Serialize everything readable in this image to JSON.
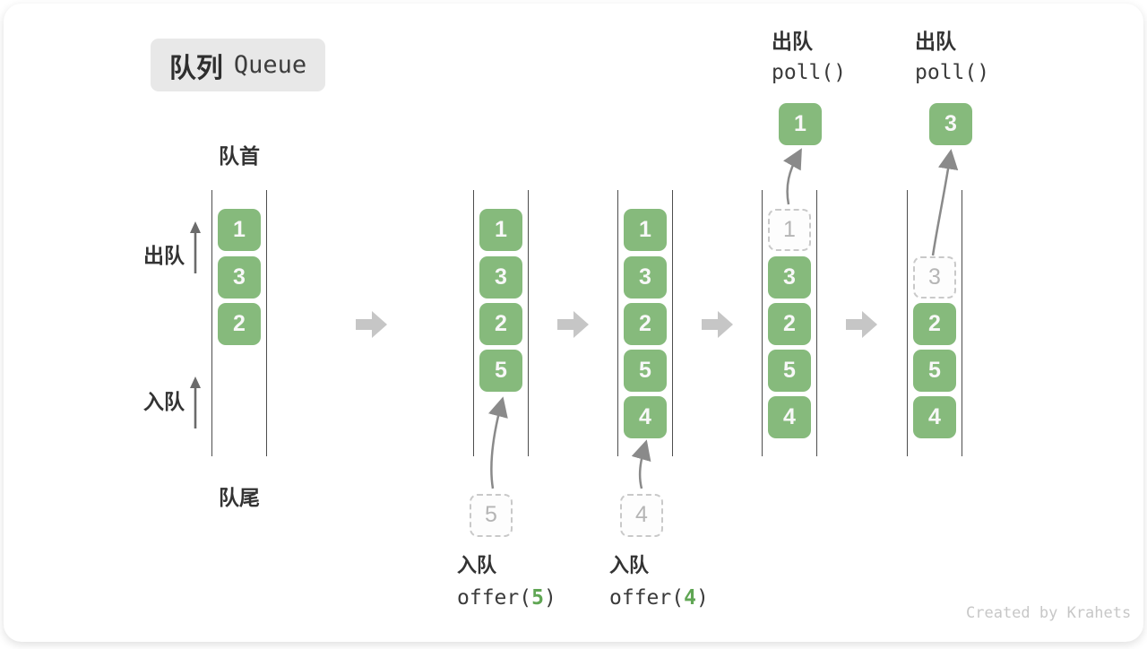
{
  "title": {
    "zh": "队列",
    "en": "Queue"
  },
  "labels": {
    "front": "队首",
    "rear": "队尾",
    "dequeue": "出队",
    "enqueue": "入队"
  },
  "cols": [
    {
      "slots": [
        "1",
        "3",
        "2"
      ]
    },
    {
      "slots": [
        "1",
        "3",
        "2",
        "5"
      ],
      "incoming": "5"
    },
    {
      "slots": [
        "1",
        "3",
        "2",
        "5",
        "4"
      ],
      "incoming": "4"
    },
    {
      "ghost": "1",
      "slots": [
        "3",
        "2",
        "5",
        "4"
      ],
      "result": "1"
    },
    {
      "ghost": "3",
      "slots": [
        "2",
        "5",
        "4"
      ],
      "result": "3"
    }
  ],
  "ops": {
    "offer5": {
      "label": "入队",
      "fn_open": "offer(",
      "arg": "5",
      "fn_close": ")"
    },
    "offer4": {
      "label": "入队",
      "fn_open": "offer(",
      "arg": "4",
      "fn_close": ")"
    },
    "poll1": {
      "label": "出队",
      "fn": "poll()"
    },
    "poll3": {
      "label": "出队",
      "fn": "poll()"
    }
  },
  "watermark": "Created by Krahets",
  "colors": {
    "element_green": "#86ba7c",
    "code_arg_green": "#60a654",
    "badge_bg": "#e8e8e8",
    "wall_gray": "#4d4d4d",
    "block_arrow_gray": "#c6c6c6",
    "thin_arrow_gray": "#8a8a8a",
    "ghost_border": "#c9c9c9",
    "ghost_text": "#b5b5b5"
  }
}
